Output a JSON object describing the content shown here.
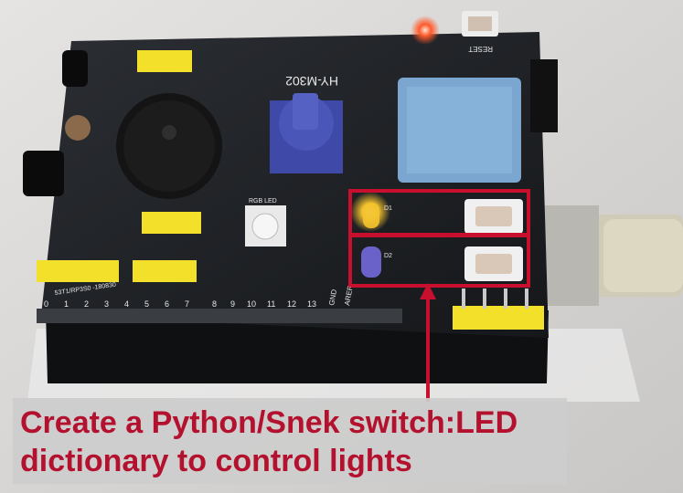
{
  "caption": {
    "line1": "Create a Python/Snek switch:LED",
    "line2": "dictionary to control lights"
  },
  "board_labels": {
    "model": "HY-M302",
    "reset": "RESET",
    "rgb": "RGB LED",
    "d1": "D1",
    "d2": "D2",
    "part": "53T1/RP3S0 -180830",
    "gnd": "GND",
    "aref": "AREF",
    "pins": [
      "0",
      "1",
      "2",
      "3",
      "4",
      "5",
      "6",
      "7",
      "8",
      "9",
      "10",
      "11",
      "12",
      "13"
    ]
  },
  "colors": {
    "highlight": "#c8102e",
    "caption_text": "#b3112e",
    "board": "#1f2226",
    "header": "#f2e02a",
    "sensor": "#7aa6cf",
    "pot": "#3e49a8"
  }
}
